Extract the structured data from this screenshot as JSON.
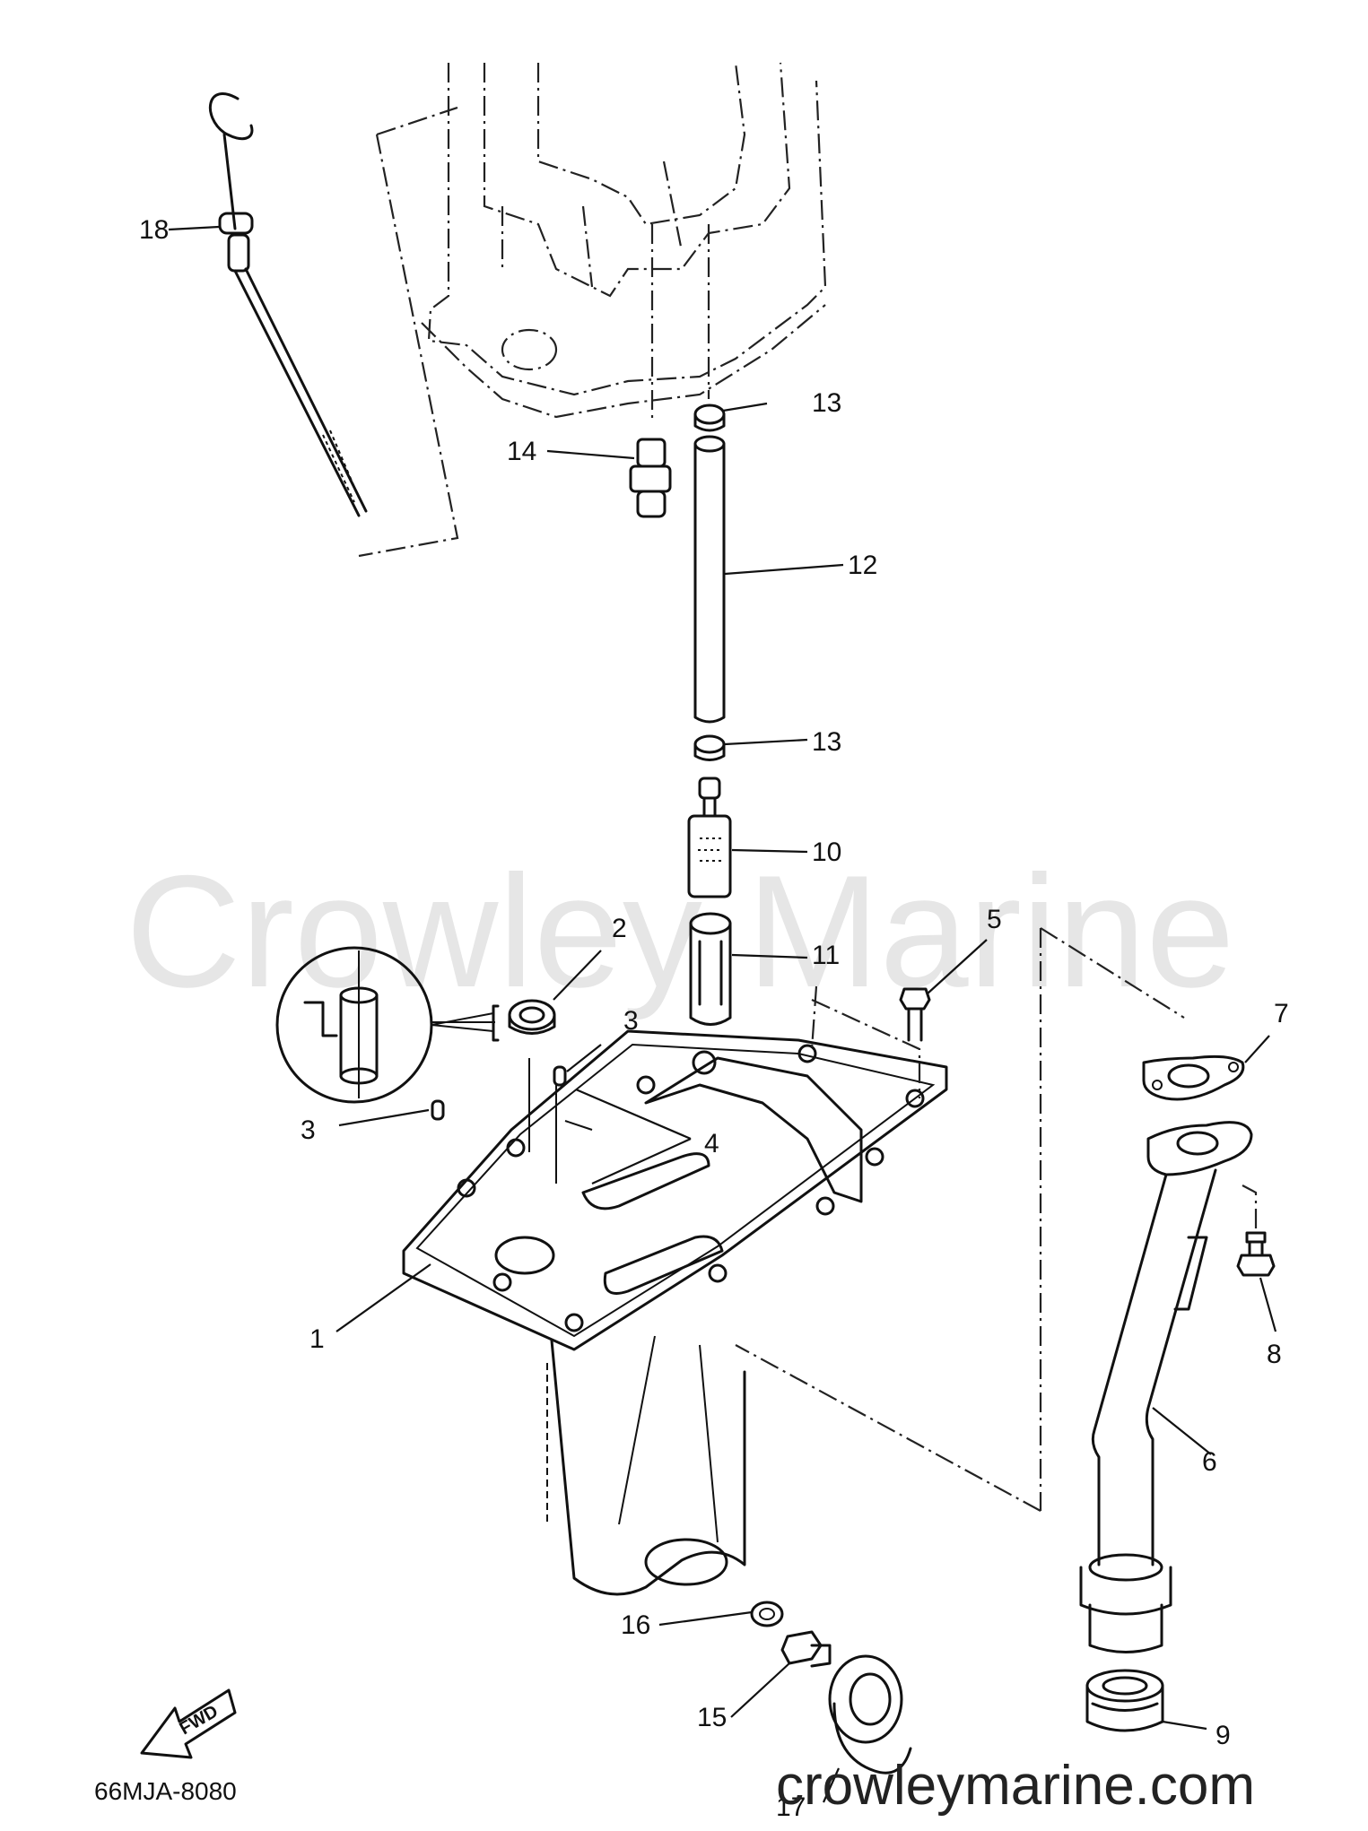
{
  "diagram": {
    "drawing_code": "66MJA-8080",
    "watermark": "Crowley Marine",
    "website": "crowleymarine.com",
    "fwd_label": "FWD",
    "callouts": [
      "1",
      "2",
      "3",
      "3",
      "4",
      "5",
      "6",
      "7",
      "8",
      "9",
      "10",
      "11",
      "12",
      "13",
      "13",
      "14",
      "15",
      "16",
      "17",
      "18"
    ]
  }
}
